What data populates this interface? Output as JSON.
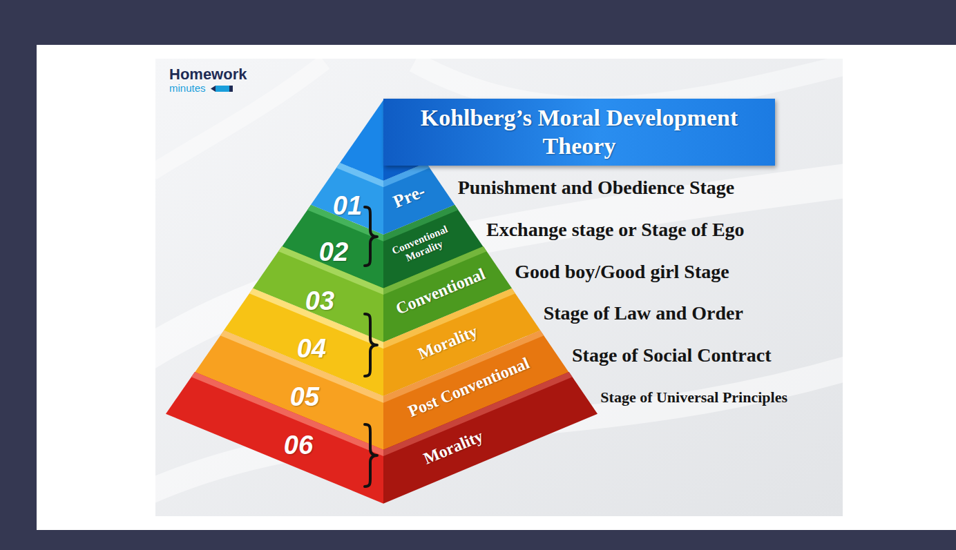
{
  "diagram": {
    "title": "Kohlberg’s Moral Development Theory",
    "nodes": [
      {
        "text": [
          "01",
          "Pre-",
          "Punishment and Obedience Stage"
        ]
      },
      {
        "text": [
          "02",
          "Conventional Morality",
          "Exchange stage or Stage of Ego"
        ]
      },
      {
        "text": [
          "03",
          "Conventional",
          "Good boy/Good girl Stage"
        ]
      },
      {
        "text": [
          "04",
          "Morality",
          "Stage of Law and Order"
        ]
      },
      {
        "text": [
          "05",
          "Post Conventional",
          "Stage of Social Contract"
        ]
      },
      {
        "text": [
          "06",
          "Morality",
          "Stage of Universal Principles"
        ]
      }
    ],
    "labels": [
      "Homework",
      "minutes"
    ]
  }
}
